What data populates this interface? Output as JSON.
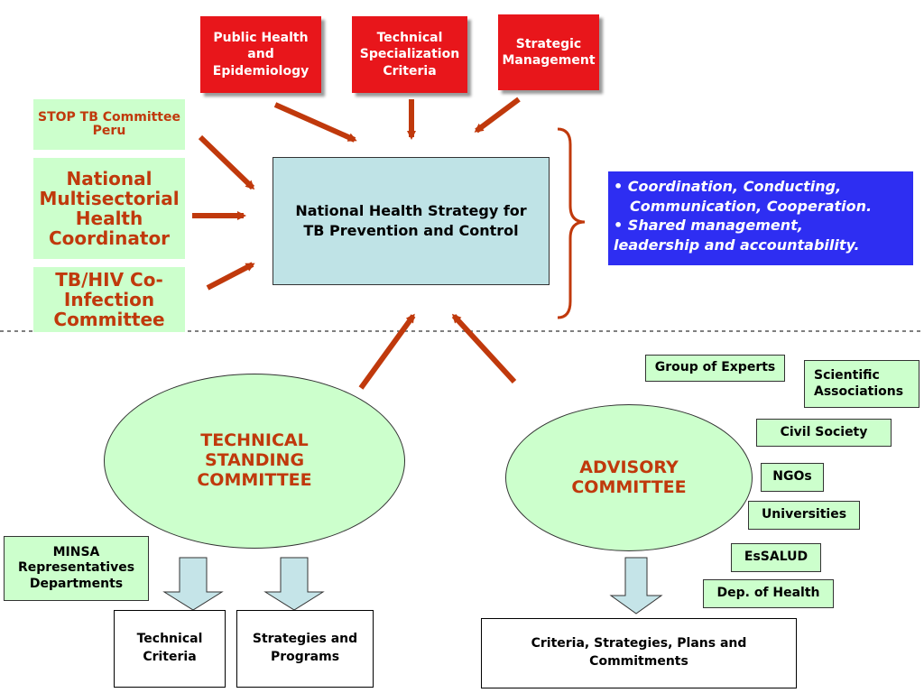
{
  "top_boxes": [
    {
      "text": "Public Health and Epidemiology"
    },
    {
      "text": "Technical Specialization Criteria"
    },
    {
      "text": "Strategic Management"
    }
  ],
  "left_boxes": [
    {
      "text": "STOP TB Committee Peru"
    },
    {
      "text": "National Multisectorial Health Coordinator"
    },
    {
      "text": "TB/HIV Co-Infection Committee"
    }
  ],
  "center_box": {
    "text": "National Health Strategy for TB Prevention and Control"
  },
  "blue_box": {
    "line1": "• Coordination, Conducting,",
    "line2": "Communication, Cooperation.",
    "line3": "• Shared management,",
    "line4": "leadership and accountability."
  },
  "technical_committee": {
    "text": "TECHNICAL STANDING COMMITTEE"
  },
  "advisory_committee": {
    "text": "ADVISORY COMMITTEE"
  },
  "minsa_box": {
    "text": "MINSA Representatives Departments"
  },
  "outputs": {
    "technical_criteria": "Technical Criteria",
    "strategies_programs": "Strategies and Programs",
    "criteria_plans": "Criteria, Strategies, Plans and Commitments"
  },
  "advisory_members": [
    {
      "text": "Group of Experts"
    },
    {
      "text": "Scientific Associations"
    },
    {
      "text": "Civil Society"
    },
    {
      "text": "NGOs"
    },
    {
      "text": "Universities"
    },
    {
      "text": "EsSALUD"
    },
    {
      "text": "Dep. of Health"
    }
  ],
  "colors": {
    "red_box": "#e8161b",
    "arrow": "#c0390c",
    "green_fill": "#ccffcc",
    "center_fill": "#bfe3e6",
    "blue_box": "#2e2ef2",
    "down_arrow": "#c5e4e8"
  }
}
